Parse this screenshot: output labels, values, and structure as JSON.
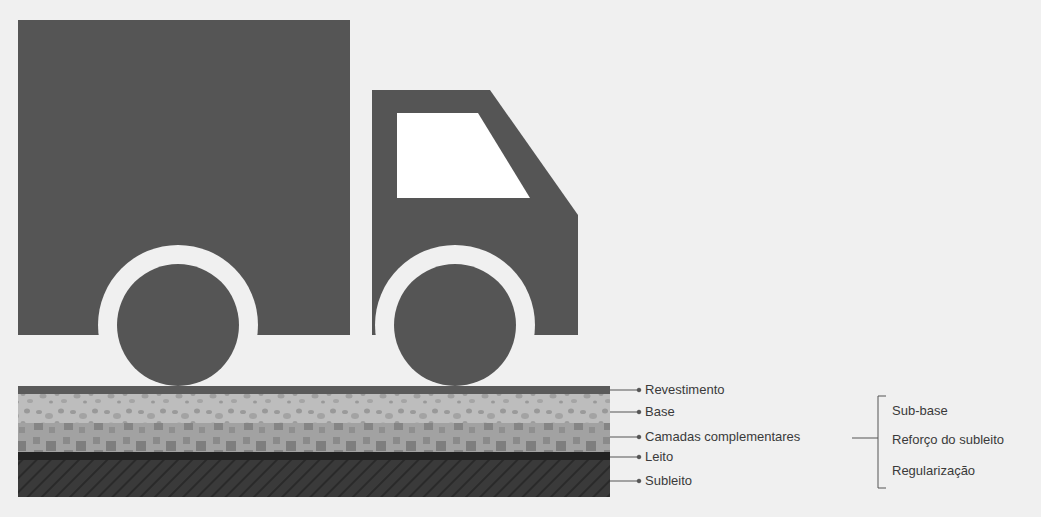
{
  "diagram": {
    "labels": [
      "Revestimento",
      "Base",
      "Camadas complementares",
      "Leito",
      "Subleito",
      "Sub-base",
      "Reforço do subleito",
      "Regularização"
    ]
  }
}
